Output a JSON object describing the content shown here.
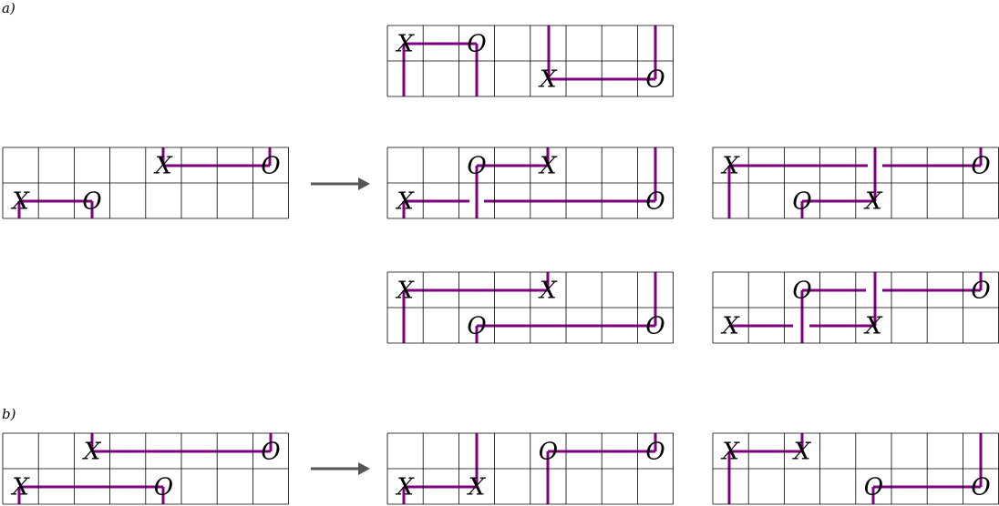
{
  "labels": {
    "part_a": "a)",
    "part_b": "b)"
  },
  "colors": {
    "line": "#800080",
    "grid": "#000000",
    "arrow": "#555555",
    "text": "#000000"
  },
  "symbols": {
    "x": "X",
    "o": "O"
  },
  "grids": [
    {
      "id": "a-source",
      "cells": [
        {
          "r": 0,
          "c": 4,
          "s": "x"
        },
        {
          "r": 0,
          "c": 7,
          "s": "o"
        },
        {
          "r": 1,
          "c": 0,
          "s": "x"
        },
        {
          "r": 1,
          "c": 2,
          "s": "o"
        }
      ]
    },
    {
      "id": "a-result-top",
      "cells": [
        {
          "r": 0,
          "c": 0,
          "s": "x"
        },
        {
          "r": 0,
          "c": 2,
          "s": "o"
        },
        {
          "r": 1,
          "c": 4,
          "s": "x"
        },
        {
          "r": 1,
          "c": 7,
          "s": "o"
        }
      ]
    },
    {
      "id": "a-result-mid-left",
      "cells": [
        {
          "r": 0,
          "c": 2,
          "s": "o"
        },
        {
          "r": 0,
          "c": 4,
          "s": "x"
        },
        {
          "r": 1,
          "c": 0,
          "s": "x"
        },
        {
          "r": 1,
          "c": 7,
          "s": "o"
        }
      ]
    },
    {
      "id": "a-result-mid-right",
      "cells": [
        {
          "r": 0,
          "c": 0,
          "s": "x"
        },
        {
          "r": 0,
          "c": 7,
          "s": "o"
        },
        {
          "r": 1,
          "c": 2,
          "s": "o"
        },
        {
          "r": 1,
          "c": 4,
          "s": "x"
        }
      ]
    },
    {
      "id": "a-result-bottom-left",
      "cells": [
        {
          "r": 0,
          "c": 0,
          "s": "x"
        },
        {
          "r": 0,
          "c": 4,
          "s": "x"
        },
        {
          "r": 1,
          "c": 2,
          "s": "o"
        },
        {
          "r": 1,
          "c": 7,
          "s": "o"
        }
      ]
    },
    {
      "id": "a-result-bottom-right",
      "cells": [
        {
          "r": 0,
          "c": 2,
          "s": "o"
        },
        {
          "r": 0,
          "c": 7,
          "s": "o"
        },
        {
          "r": 1,
          "c": 0,
          "s": "x"
        },
        {
          "r": 1,
          "c": 4,
          "s": "x"
        }
      ]
    },
    {
      "id": "b-source",
      "cells": [
        {
          "r": 0,
          "c": 2,
          "s": "x"
        },
        {
          "r": 0,
          "c": 7,
          "s": "o"
        },
        {
          "r": 1,
          "c": 0,
          "s": "x"
        },
        {
          "r": 1,
          "c": 4,
          "s": "o"
        }
      ]
    },
    {
      "id": "b-result-left",
      "cells": [
        {
          "r": 0,
          "c": 4,
          "s": "o"
        },
        {
          "r": 0,
          "c": 7,
          "s": "o"
        },
        {
          "r": 1,
          "c": 0,
          "s": "x"
        },
        {
          "r": 1,
          "c": 2,
          "s": "x"
        }
      ]
    },
    {
      "id": "b-result-right",
      "cells": [
        {
          "r": 0,
          "c": 0,
          "s": "x"
        },
        {
          "r": 0,
          "c": 2,
          "s": "x"
        },
        {
          "r": 1,
          "c": 4,
          "s": "o"
        },
        {
          "r": 1,
          "c": 7,
          "s": "o"
        }
      ]
    }
  ]
}
